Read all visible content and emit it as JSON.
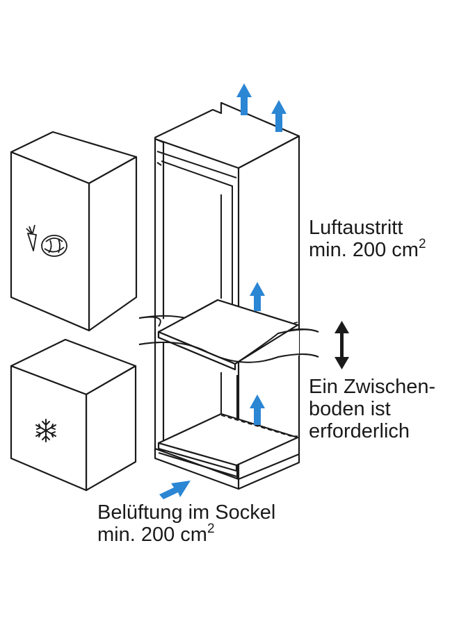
{
  "colors": {
    "line": "#1a1a1a",
    "arrow_blue": "#2b86d4",
    "fill": "#ffffff"
  },
  "icons": [
    "vegetables-icon",
    "snowflake-icon"
  ],
  "labels": {
    "air_outlet": {
      "line1": "Luftaustritt",
      "line2_main": "min. 200 cm",
      "line2_sup": "2"
    },
    "shelf": {
      "line1": "Ein Zwischen-",
      "line2": "boden ist",
      "line3": "erforderlich"
    },
    "base_vent": {
      "line1": "Belüftung im Sockel",
      "line2_main": "min. 200 cm",
      "line2_sup": "2"
    }
  }
}
